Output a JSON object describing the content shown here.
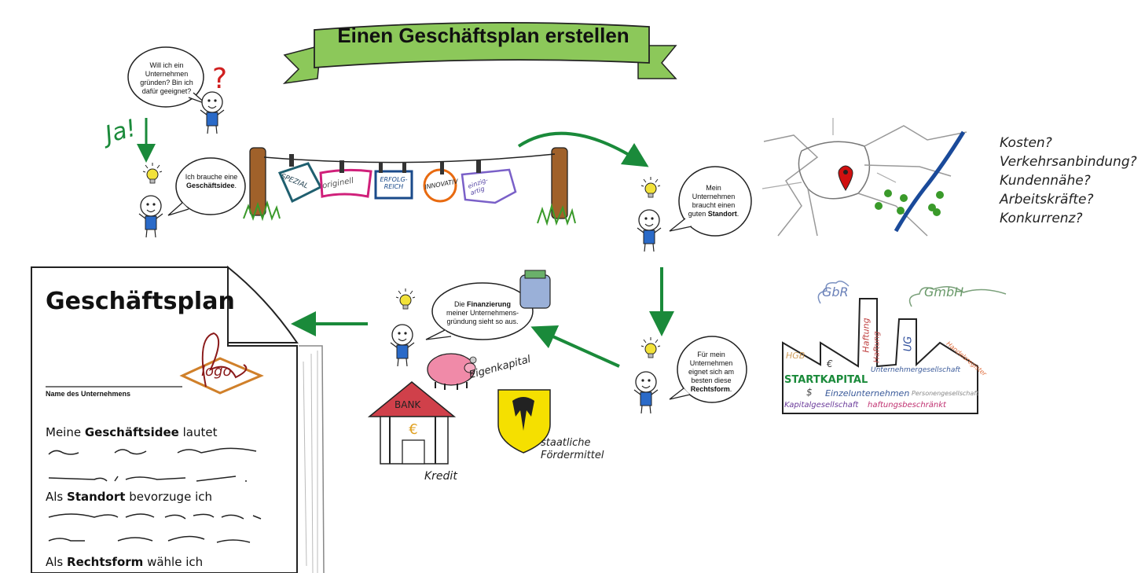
{
  "title": "Einen Geschäftsplan erstellen",
  "bubbles": {
    "question": "Will ich ein Unternehmen gründen? Bin ich dafür geeignet?",
    "ja": "Ja!",
    "idea": {
      "pre": "Ich brauche eine",
      "bold": "Geschäftsidee",
      "post": "."
    },
    "location": {
      "pre": "Mein Unternehmen braucht einen guten",
      "bold": "Standort",
      "post": "."
    },
    "legal": {
      "pre": "Für mein Unternehmen eignet sich am besten diese",
      "bold": "Rechtsform",
      "post": "."
    },
    "finance": {
      "pre": "Die",
      "bold": "Finanzierung",
      "post": "meiner Unternehmens-gründung sieht so aus."
    }
  },
  "clothesline_tags": [
    "SPEZIAL",
    "originell",
    "ERFOLG-REICH",
    "INNOVATIV",
    "einzig-artig"
  ],
  "location_questions": [
    "Kosten?",
    "Verkehrsanbindung?",
    "Kundennähe?",
    "Arbeitskräfte?",
    "Konkurrenz?"
  ],
  "factory": {
    "smoke_left": "GbR",
    "smoke_right": "GmbH",
    "chimney_left": "Haftung",
    "chimney_right": "UG",
    "words": [
      "HGB",
      "€",
      "Haftung",
      "Handelsregister",
      "STARTKAPITAL",
      "$",
      "Unternehmergesellschaft",
      "Einzelunternehmen",
      "Personengesellschaft",
      "Kapitalgesellschaft",
      "haftungsbeschränkt"
    ]
  },
  "finance": {
    "piggy_label": "Eigenkapital",
    "bank_sign": "BANK",
    "bank_label": "Kredit",
    "eagle_label": "staatliche Fördermittel"
  },
  "document": {
    "title": "Geschäftsplan",
    "logo": "logo",
    "company_label": "Name des Unternehmens",
    "line1": {
      "pre": "Meine",
      "bold": "Geschäftsidee",
      "post": "lautet"
    },
    "line2": {
      "pre": "Als",
      "bold": "Standort",
      "post": "bevorzuge ich"
    },
    "line3": {
      "pre": "Als",
      "bold": "Rechtsform",
      "post": "wähle ich"
    }
  },
  "colors": {
    "banner": "#8cc85a",
    "arrow": "#1a8a3a",
    "pole": "#a0612a",
    "grass": "#3a9a2a",
    "bulb": "#f2e23a",
    "shirt": "#2a6ac8",
    "river": "#1a4a9a",
    "pin": "#d01010",
    "bank_roof": "#d0404a",
    "piggy": "#f08aa8",
    "eagle_shield": "#f5e000"
  }
}
